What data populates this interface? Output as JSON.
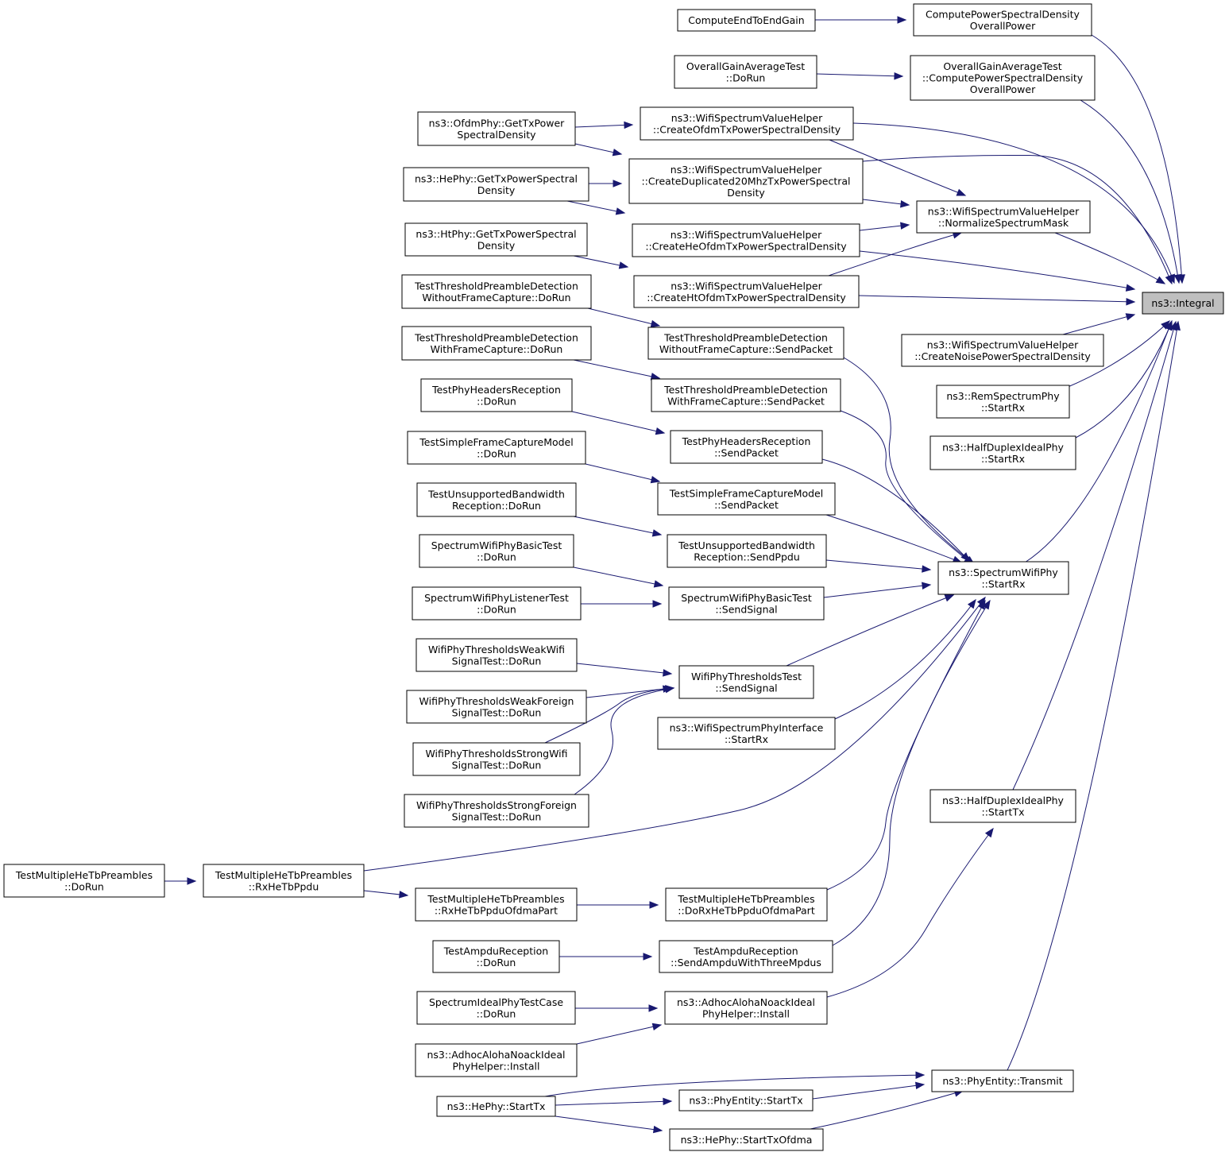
{
  "diagram": {
    "root": "n_integral",
    "nodes": [
      {
        "id": "n_integral",
        "lines": [
          "ns3::Integral"
        ],
        "root": true
      },
      {
        "id": "n_cpsd_op",
        "lines": [
          "ComputePowerSpectralDensity",
          "OverallPower"
        ]
      },
      {
        "id": "n_ce2e",
        "lines": [
          "ComputeEndToEndGain"
        ]
      },
      {
        "id": "n_ogat_cpsd",
        "lines": [
          "OverallGainAverageTest",
          "::ComputePowerSpectralDensity",
          "OverallPower"
        ]
      },
      {
        "id": "n_ogat_dorun",
        "lines": [
          "OverallGainAverageTest",
          "::DoRun"
        ]
      },
      {
        "id": "n_ofdm_gettx",
        "lines": [
          "ns3::OfdmPhy::GetTxPower",
          "SpectralDensity"
        ]
      },
      {
        "id": "n_create_ofdm",
        "lines": [
          "ns3::WifiSpectrumValueHelper",
          "::CreateOfdmTxPowerSpectralDensity"
        ]
      },
      {
        "id": "n_he_gettx",
        "lines": [
          "ns3::HePhy::GetTxPowerSpectral",
          "Density"
        ]
      },
      {
        "id": "n_create_dup",
        "lines": [
          "ns3::WifiSpectrumValueHelper",
          "::CreateDuplicated20MhzTxPowerSpectral",
          "Density"
        ]
      },
      {
        "id": "n_normalize",
        "lines": [
          "ns3::WifiSpectrumValueHelper",
          "::NormalizeSpectrumMask"
        ]
      },
      {
        "id": "n_ht_gettx",
        "lines": [
          "ns3::HtPhy::GetTxPowerSpectral",
          "Density"
        ]
      },
      {
        "id": "n_create_he",
        "lines": [
          "ns3::WifiSpectrumValueHelper",
          "::CreateHeOfdmTxPowerSpectralDensity"
        ]
      },
      {
        "id": "n_create_ht",
        "lines": [
          "ns3::WifiSpectrumValueHelper",
          "::CreateHtOfdmTxPowerSpectralDensity"
        ]
      },
      {
        "id": "n_tpd_wo_dorun",
        "lines": [
          "TestThresholdPreambleDetection",
          "WithoutFrameCapture::DoRun"
        ]
      },
      {
        "id": "n_create_noise",
        "lines": [
          "ns3::WifiSpectrumValueHelper",
          "::CreateNoisePowerSpectralDensity"
        ]
      },
      {
        "id": "n_tpd_w_dorun",
        "lines": [
          "TestThresholdPreambleDetection",
          "WithFrameCapture::DoRun"
        ]
      },
      {
        "id": "n_tpd_wo_send",
        "lines": [
          "TestThresholdPreambleDetection",
          "WithoutFrameCapture::SendPacket"
        ]
      },
      {
        "id": "n_rem_startrx",
        "lines": [
          "ns3::RemSpectrumPhy",
          "::StartRx"
        ]
      },
      {
        "id": "n_phr_dorun",
        "lines": [
          "TestPhyHeadersReception",
          "::DoRun"
        ]
      },
      {
        "id": "n_tpd_w_send",
        "lines": [
          "TestThresholdPreambleDetection",
          "WithFrameCapture::SendPacket"
        ]
      },
      {
        "id": "n_hdip_startrx",
        "lines": [
          "ns3::HalfDuplexIdealPhy",
          "::StartRx"
        ]
      },
      {
        "id": "n_sfcm_dorun",
        "lines": [
          "TestSimpleFrameCaptureModel",
          "::DoRun"
        ]
      },
      {
        "id": "n_phr_send",
        "lines": [
          "TestPhyHeadersReception",
          "::SendPacket"
        ]
      },
      {
        "id": "n_ubr_dorun",
        "lines": [
          "TestUnsupportedBandwidth",
          "Reception::DoRun"
        ]
      },
      {
        "id": "n_sfcm_send",
        "lines": [
          "TestSimpleFrameCaptureModel",
          "::SendPacket"
        ]
      },
      {
        "id": "n_swpbt_dorun",
        "lines": [
          "SpectrumWifiPhyBasicTest",
          "::DoRun"
        ]
      },
      {
        "id": "n_ubr_send",
        "lines": [
          "TestUnsupportedBandwidth",
          "Reception::SendPpdu"
        ]
      },
      {
        "id": "n_swp_startrx",
        "lines": [
          "ns3::SpectrumWifiPhy",
          "::StartRx"
        ]
      },
      {
        "id": "n_swplt_dorun",
        "lines": [
          "SpectrumWifiPhyListenerTest",
          "::DoRun"
        ]
      },
      {
        "id": "n_swpbt_send",
        "lines": [
          "SpectrumWifiPhyBasicTest",
          "::SendSignal"
        ]
      },
      {
        "id": "n_wpt_weakwifi",
        "lines": [
          "WifiPhyThresholdsWeakWifi",
          "SignalTest::DoRun"
        ]
      },
      {
        "id": "n_wpt_send",
        "lines": [
          "WifiPhyThresholdsTest",
          "::SendSignal"
        ]
      },
      {
        "id": "n_wpt_weakforeign",
        "lines": [
          "WifiPhyThresholdsWeakForeign",
          "SignalTest::DoRun"
        ]
      },
      {
        "id": "n_wspi_startrx",
        "lines": [
          "ns3::WifiSpectrumPhyInterface",
          "::StartRx"
        ]
      },
      {
        "id": "n_wpt_strongwifi",
        "lines": [
          "WifiPhyThresholdsStrongWifi",
          "SignalTest::DoRun"
        ]
      },
      {
        "id": "n_hdip_starttx",
        "lines": [
          "ns3::HalfDuplexIdealPhy",
          "::StartTx"
        ]
      },
      {
        "id": "n_wpt_strongforeign",
        "lines": [
          "WifiPhyThresholdsStrongForeign",
          "SignalTest::DoRun"
        ]
      },
      {
        "id": "n_tmhtp_dorun",
        "lines": [
          "TestMultipleHeTbPreambles",
          "::DoRun"
        ]
      },
      {
        "id": "n_tmhtp_rx",
        "lines": [
          "TestMultipleHeTbPreambles",
          "::RxHeTbPpdu"
        ]
      },
      {
        "id": "n_tmhtp_rxofdma",
        "lines": [
          "TestMultipleHeTbPreambles",
          "::RxHeTbPpduOfdmaPart"
        ]
      },
      {
        "id": "n_tmhtp_dorxofdma",
        "lines": [
          "TestMultipleHeTbPreambles",
          "::DoRxHeTbPpduOfdmaPart"
        ]
      },
      {
        "id": "n_ampdu_dorun",
        "lines": [
          "TestAmpduReception",
          "::DoRun"
        ]
      },
      {
        "id": "n_ampdu_send",
        "lines": [
          "TestAmpduReception",
          "::SendAmpduWithThreeMpdus"
        ]
      },
      {
        "id": "n_sip_dorun",
        "lines": [
          "SpectrumIdealPhyTestCase",
          "::DoRun"
        ]
      },
      {
        "id": "n_aanip_install",
        "lines": [
          "ns3::AdhocAlohaNoackIdeal",
          "PhyHelper::Install"
        ]
      },
      {
        "id": "n_aanip_install2",
        "lines": [
          "ns3::AdhocAlohaNoackIdeal",
          "PhyHelper::Install"
        ]
      },
      {
        "id": "n_pe_transmit",
        "lines": [
          "ns3::PhyEntity::Transmit"
        ]
      },
      {
        "id": "n_he_starttx",
        "lines": [
          "ns3::HePhy::StartTx"
        ]
      },
      {
        "id": "n_pe_starttx",
        "lines": [
          "ns3::PhyEntity::StartTx"
        ]
      },
      {
        "id": "n_he_starttxofdma",
        "lines": [
          "ns3::HePhy::StartTxOfdma"
        ]
      }
    ],
    "edges": [
      {
        "from": "n_cpsd_op",
        "to": "n_integral"
      },
      {
        "from": "n_ce2e",
        "to": "n_cpsd_op"
      },
      {
        "from": "n_ogat_cpsd",
        "to": "n_integral"
      },
      {
        "from": "n_ogat_dorun",
        "to": "n_ogat_cpsd"
      },
      {
        "from": "n_create_ofdm",
        "to": "n_integral"
      },
      {
        "from": "n_ofdm_gettx",
        "to": "n_create_ofdm"
      },
      {
        "from": "n_create_dup",
        "to": "n_integral"
      },
      {
        "from": "n_ofdm_gettx",
        "to": "n_create_dup"
      },
      {
        "from": "n_he_gettx",
        "to": "n_create_dup"
      },
      {
        "from": "n_create_he",
        "to": "n_integral"
      },
      {
        "from": "n_he_gettx",
        "to": "n_create_he"
      },
      {
        "from": "n_create_ht",
        "to": "n_integral"
      },
      {
        "from": "n_ht_gettx",
        "to": "n_create_ht"
      },
      {
        "from": "n_normalize",
        "to": "n_integral"
      },
      {
        "from": "n_create_ofdm",
        "to": "n_normalize"
      },
      {
        "from": "n_create_dup",
        "to": "n_normalize"
      },
      {
        "from": "n_create_he",
        "to": "n_normalize"
      },
      {
        "from": "n_create_ht",
        "to": "n_normalize"
      },
      {
        "from": "n_create_noise",
        "to": "n_integral"
      },
      {
        "from": "n_rem_startrx",
        "to": "n_integral"
      },
      {
        "from": "n_hdip_startrx",
        "to": "n_integral"
      },
      {
        "from": "n_swp_startrx",
        "to": "n_integral"
      },
      {
        "from": "n_hdip_starttx",
        "to": "n_integral"
      },
      {
        "from": "n_pe_transmit",
        "to": "n_integral"
      },
      {
        "from": "n_tpd_wo_dorun",
        "to": "n_tpd_wo_send"
      },
      {
        "from": "n_tpd_wo_send",
        "to": "n_swp_startrx"
      },
      {
        "from": "n_tpd_w_dorun",
        "to": "n_tpd_w_send"
      },
      {
        "from": "n_tpd_w_send",
        "to": "n_swp_startrx"
      },
      {
        "from": "n_phr_dorun",
        "to": "n_phr_send"
      },
      {
        "from": "n_phr_send",
        "to": "n_swp_startrx"
      },
      {
        "from": "n_sfcm_dorun",
        "to": "n_sfcm_send"
      },
      {
        "from": "n_sfcm_send",
        "to": "n_swp_startrx"
      },
      {
        "from": "n_ubr_dorun",
        "to": "n_ubr_send"
      },
      {
        "from": "n_ubr_send",
        "to": "n_swp_startrx"
      },
      {
        "from": "n_swpbt_dorun",
        "to": "n_swpbt_send"
      },
      {
        "from": "n_swplt_dorun",
        "to": "n_swpbt_send"
      },
      {
        "from": "n_swpbt_send",
        "to": "n_swp_startrx"
      },
      {
        "from": "n_wpt_weakwifi",
        "to": "n_wpt_send"
      },
      {
        "from": "n_wpt_weakforeign",
        "to": "n_wpt_send"
      },
      {
        "from": "n_wpt_strongwifi",
        "to": "n_wpt_send"
      },
      {
        "from": "n_wpt_strongforeign",
        "to": "n_wpt_send"
      },
      {
        "from": "n_wpt_send",
        "to": "n_swp_startrx"
      },
      {
        "from": "n_wspi_startrx",
        "to": "n_swp_startrx"
      },
      {
        "from": "n_tmhtp_rx",
        "to": "n_swp_startrx"
      },
      {
        "from": "n_tmhtp_dorun",
        "to": "n_tmhtp_rx"
      },
      {
        "from": "n_tmhtp_rx",
        "to": "n_tmhtp_rxofdma"
      },
      {
        "from": "n_tmhtp_rxofdma",
        "to": "n_tmhtp_dorxofdma"
      },
      {
        "from": "n_tmhtp_dorxofdma",
        "to": "n_swp_startrx"
      },
      {
        "from": "n_ampdu_dorun",
        "to": "n_ampdu_send"
      },
      {
        "from": "n_ampdu_send",
        "to": "n_swp_startrx"
      },
      {
        "from": "n_aanip_install",
        "to": "n_hdip_starttx"
      },
      {
        "from": "n_sip_dorun",
        "to": "n_aanip_install"
      },
      {
        "from": "n_aanip_install2",
        "to": "n_aanip_install"
      },
      {
        "from": "n_he_starttx",
        "to": "n_pe_transmit"
      },
      {
        "from": "n_he_starttx",
        "to": "n_pe_starttx"
      },
      {
        "from": "n_pe_starttx",
        "to": "n_pe_transmit"
      },
      {
        "from": "n_he_starttx",
        "to": "n_he_starttxofdma"
      },
      {
        "from": "n_he_starttxofdma",
        "to": "n_pe_transmit"
      }
    ]
  }
}
